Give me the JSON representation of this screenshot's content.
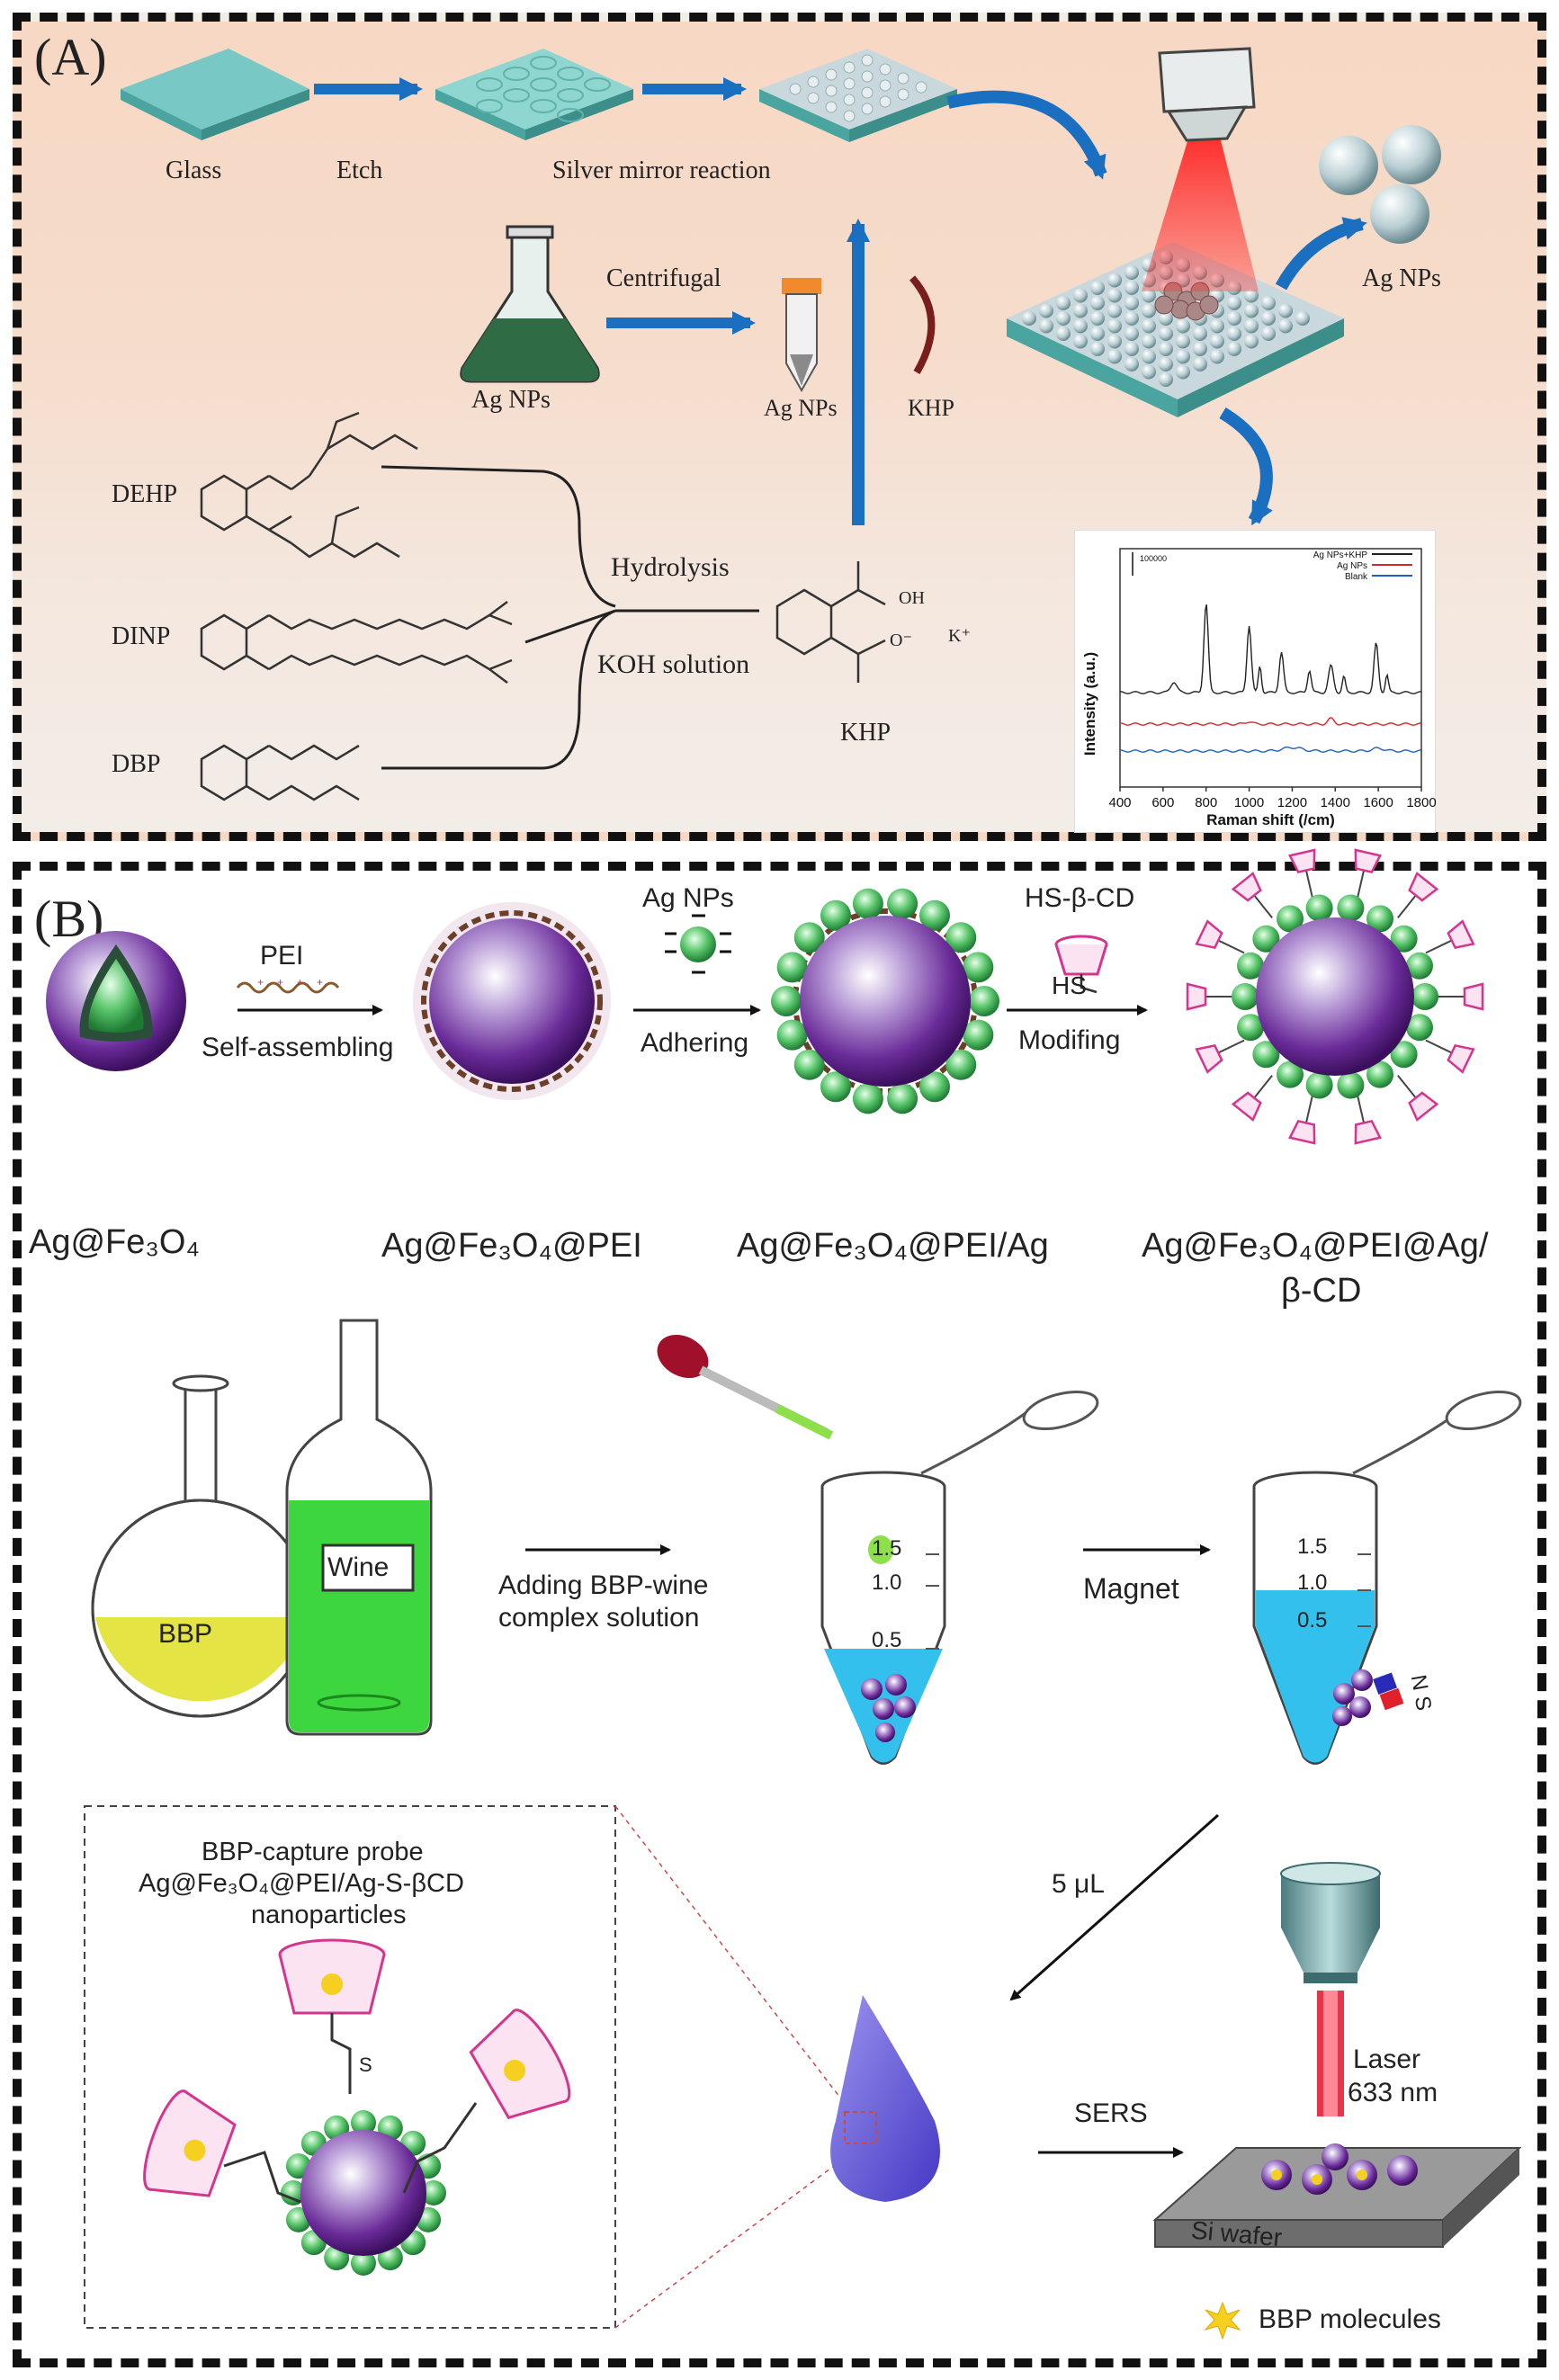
{
  "panel_a": {
    "label": "(A)",
    "glass": "Glass",
    "etch": "Etch",
    "silver_mirror": "Silver mirror reaction",
    "ag_nps_top": "Ag NPs",
    "centrifugal": "Centrifugal",
    "ag_nps_flask": "Ag NPs",
    "ag_nps_tube": "Ag NPs",
    "khp_strip": "KHP",
    "dehp": "DEHP",
    "dinp": "DINP",
    "dbp": "DBP",
    "hydrolysis": "Hydrolysis",
    "koh": "KOH solution",
    "khp": "KHP",
    "oh": "OH",
    "o_minus": "O⁻",
    "k_plus": "K⁺",
    "spectrum": {
      "legend": [
        "Ag NPs+KHP",
        "Ag NPs",
        "Blank"
      ],
      "legend_colors": [
        "#222222",
        "#d62728",
        "#1f5fbf"
      ],
      "scale_label": "100000",
      "ylabel": "Intensity (a.u.)",
      "xlabel": "Raman shift (/cm)",
      "xticks": [
        "400",
        "600",
        "800",
        "1000",
        "1200",
        "1400",
        "1600",
        "1800"
      ]
    }
  },
  "panel_b": {
    "label": "(B)",
    "pei": "PEI",
    "self_assembling": "Self-assembling",
    "ag_nps": "Ag NPs",
    "adhering": "Adhering",
    "hs_bcd": "HS-β-CD",
    "hs": "HS",
    "modifing": "Modifing",
    "name1": "Ag@Fe₃O₄",
    "name2": "Ag@Fe₃O₄@PEI",
    "name3": "Ag@Fe₃O₄@PEI/Ag",
    "name4_line1": "Ag@Fe₃O₄@PEI@Ag/",
    "name4_line2": "β-CD",
    "bbp": "BBP",
    "wine": "Wine",
    "adding_line1": "Adding BBP-wine",
    "adding_line2": "complex solution",
    "magnet": "Magnet",
    "tube1_marks": [
      "1.5",
      "1.0",
      "0.5"
    ],
    "tube2_marks": [
      "1.5",
      "1.0",
      "0.5"
    ],
    "magnet_letters": "N S",
    "five_ul": "5 μL",
    "probe_line1": "BBP-capture probe",
    "probe_line2": "Ag@Fe₃O₄@PEI/Ag-S-βCD",
    "probe_line3": "nanoparticles",
    "s_letter": "S",
    "sers": "SERS",
    "laser_line1": "Laser",
    "laser_line2": "633 nm",
    "si_wafer": "Si wafer",
    "bbp_molecules": "BBP molecules"
  }
}
